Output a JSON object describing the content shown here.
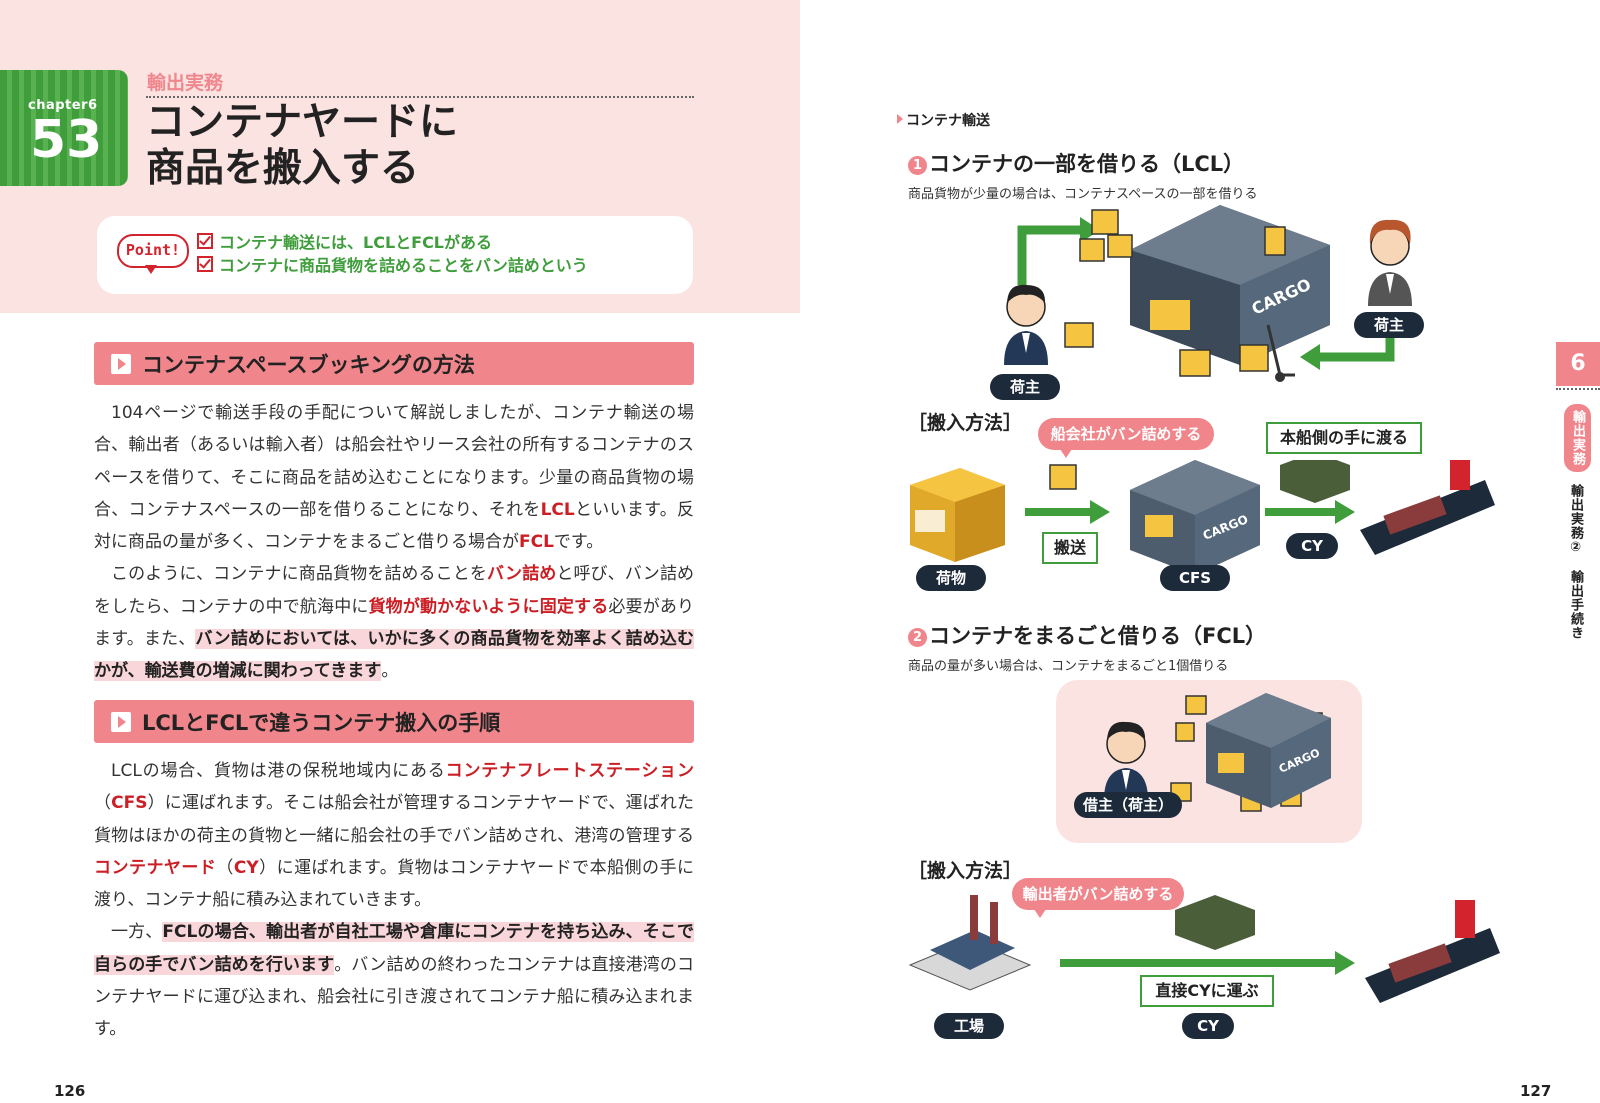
{
  "left": {
    "chapter_label": "chapter6",
    "chapter_number": "53",
    "category": "輸出実務",
    "title_line1": "コンテナヤードに",
    "title_line2": "商品を搬入する",
    "point_badge": "Point!",
    "points": [
      "コンテナ輸送には、LCLとFCLがある",
      "コンテナに商品貨物を詰めることをバン詰めという"
    ],
    "section1_title": "コンテナスペースブッキングの方法",
    "section1": {
      "p1_a": "104ページで輸送手段の手配について解説しましたが、コンテナ輸送の場合、輸出者（あるいは輸入者）は船会社やリース会社の所有するコンテナのスペースを借りて、そこに商品を詰め込むことになります。少量の商品貨物の場合、コンテナスペースの一部を借りることになり、それを",
      "p1_lcl": "LCL",
      "p1_b": "といいます。反対に商品の量が多く、コンテナをまるごと借りる場合が",
      "p1_fcl": "FCL",
      "p1_c": "です。",
      "p2_a": "このように、コンテナに商品貨物を詰めることを",
      "p2_van": "バン詰め",
      "p2_b": "と呼び、バン詰めをしたら、コンテナの中で航海中に",
      "p2_fix": "貨物が動かないように固定する",
      "p2_c": "必要があります。また、",
      "p2_hl": "バン詰めにおいては、いかに多くの商品貨物を効率よく詰め込むかが、輸送費の増減に関わってきます",
      "p2_d": "。"
    },
    "section2_title": "LCLとFCLで違うコンテナ搬入の手順",
    "section2": {
      "p1_a": "LCLの場合、貨物は港の保税地域内にある",
      "p1_cfs_term": "コンテナフレートステーション",
      "p1_b": "（",
      "p1_cfs": "CFS",
      "p1_c": "）に運ばれます。そこは船会社が管理するコンテナヤードで、運ばれた貨物はほかの荷主の貨物と一緒に船会社の手でバン詰めされ、港湾の管理する",
      "p1_cy_term": "コンテナヤード",
      "p1_d": "（",
      "p1_cy": "CY",
      "p1_e": "）に運ばれます。貨物はコンテナヤードで本船側の手に渡り、コンテナ船に積み込まれていきます。",
      "p2_a": "一方、",
      "p2_hl": "FCLの場合、輸出者が自社工場や倉庫にコンテナを持ち込み、そこで自らの手でバン詰めを行います",
      "p2_b": "。バン詰めの終わったコンテナは直接港湾のコンテナヤードに運び込まれ、船会社に引き渡されてコンテナ船に積み込まれます。"
    },
    "page_number": "126"
  },
  "right": {
    "label": "コンテナ輸送",
    "lcl_num": "1",
    "lcl_title": "コンテナの一部を借りる（LCL）",
    "lcl_sub": "商品貨物が少量の場合は、コンテナスペースの一部を借りる",
    "shipper": "荷主",
    "cargo": "CARGO",
    "method_label": "［搬入方法］",
    "bubble1": "船会社がバン詰めする",
    "handover": "本船側の手に渡る",
    "goods": "荷物",
    "transport": "搬送",
    "cfs": "CFS",
    "cy": "CY",
    "fcl_num": "2",
    "fcl_title": "コンテナをまるごと借りる（FCL）",
    "fcl_sub": "商品の量が多い場合は、コンテナをまるごと1個借りる",
    "renter": "借主（荷主）",
    "bubble2": "輸出者がバン詰めする",
    "direct": "直接CYに運ぶ",
    "factory": "工場",
    "side_tab": "6",
    "side_cat": "輸出実務",
    "side_sub": "輸出実務②　輸出手続き",
    "page_number": "127"
  },
  "colors": {
    "accent_pink": "#f0868b",
    "accent_green": "#3f9d3c",
    "accent_red": "#cc1f25",
    "navy": "#1d2a3a"
  }
}
